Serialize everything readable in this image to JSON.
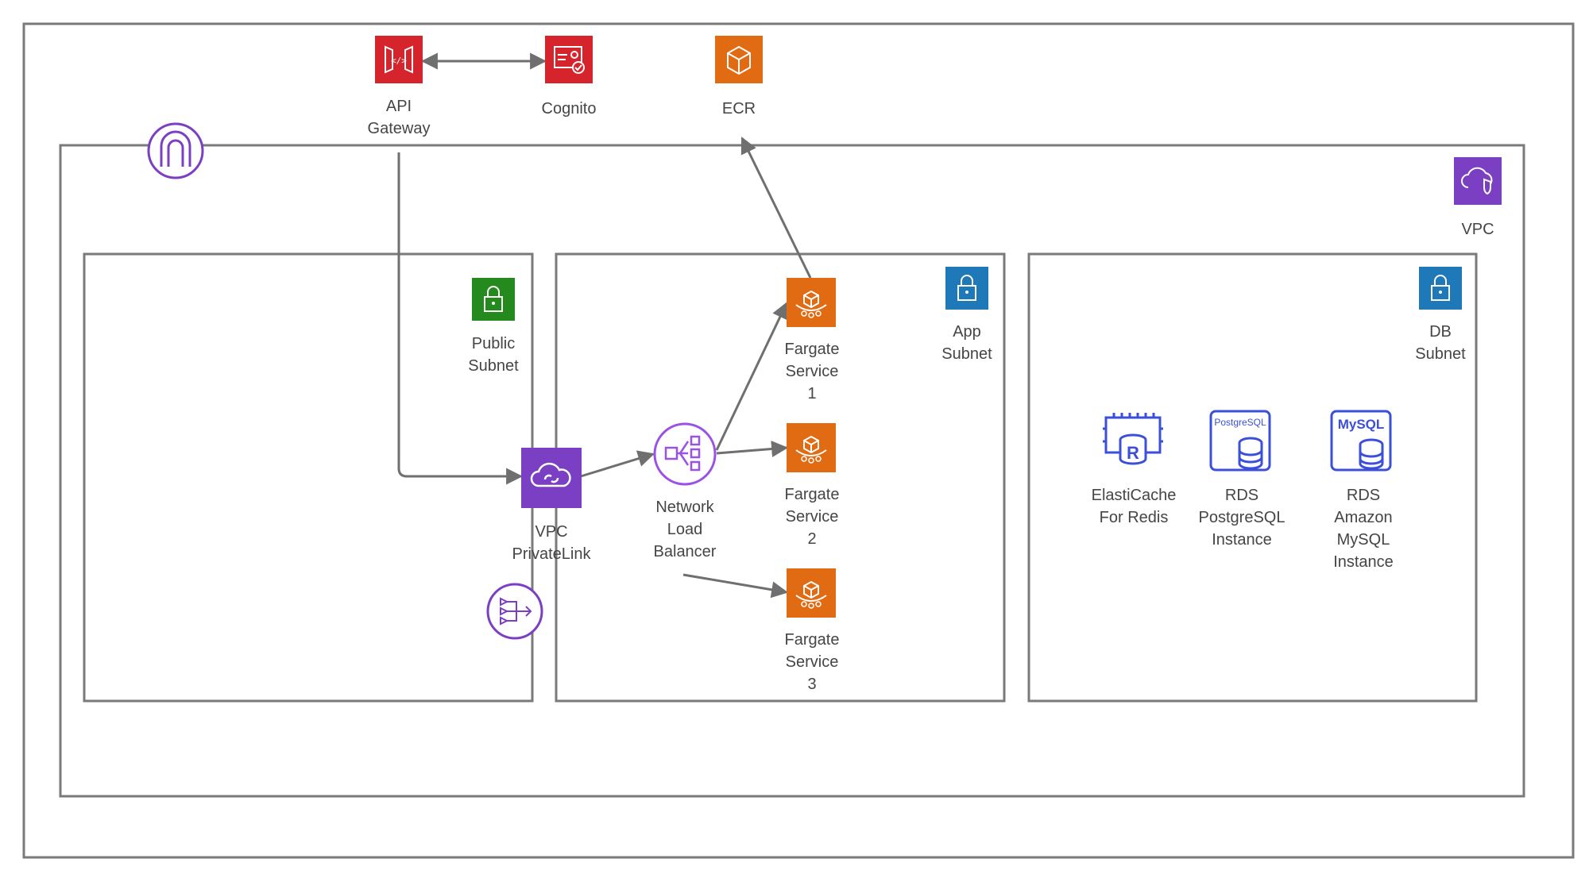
{
  "labels": {
    "api_gateway": "API\nGateway",
    "cognito": "Cognito",
    "ecr": "ECR",
    "vpc": "VPC",
    "public_subnet": "Public\nSubnet",
    "app_subnet": "App\nSubnet",
    "db_subnet": "DB\nSubnet",
    "fargate_1": "Fargate\nService\n1",
    "fargate_2": "Fargate\nService\n2",
    "fargate_3": "Fargate\nService\n3",
    "network_lb": "Network\nLoad\nBalancer",
    "vpc_privatelink": "VPC\nPrivateLink",
    "elasticache": "ElastiCache\nFor Redis",
    "rds_postgres": "RDS\nPostgreSQL\nInstance",
    "rds_mysql": "RDS\nAmazon\nMySQL\nInstance",
    "postgres_badge": "PostgreSQL",
    "mysql_badge": "MySQL"
  },
  "colors": {
    "api_red": "#D6242D",
    "compute_orange": "#E06B12",
    "network_purple": "#7B3FC4",
    "subnet_green": "#248A1E",
    "subnet_blue": "#1F78B8",
    "db_blue": "#3B4FD9",
    "line_gray": "#6f6f6f"
  }
}
